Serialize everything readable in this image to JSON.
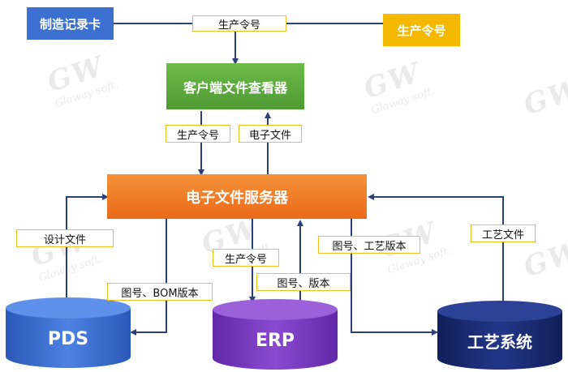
{
  "nodes": {
    "card": "制造记录卡",
    "order": "生产令号",
    "viewer": "客户端文件查看器",
    "server": "电子文件服务器",
    "pds": "PDS",
    "erp": "ERP",
    "process": "工艺系统"
  },
  "labels": {
    "card_to_viewer": "生产令号",
    "viewer_to_server": "生产令号",
    "server_to_viewer": "电子文件",
    "pds_to_server": "设计文件",
    "server_to_pds": "图号、BOM版本",
    "server_to_erp": "生产令号",
    "erp_to_server": "图号、版本",
    "server_to_process": "图号、工艺版本",
    "process_to_server": "工艺文件"
  },
  "watermark": {
    "logo": "GW",
    "text": "Glaway soft."
  },
  "colors": {
    "card": "#3b6fd0",
    "order": "#f5b800",
    "viewer": "#5aa53c",
    "server": "#f07a22",
    "pds": "#3d6fd4",
    "erp": "#7a3cc2",
    "process": "#16296e",
    "arrow": "#2b3f7a",
    "label_border": "#f0c020"
  }
}
